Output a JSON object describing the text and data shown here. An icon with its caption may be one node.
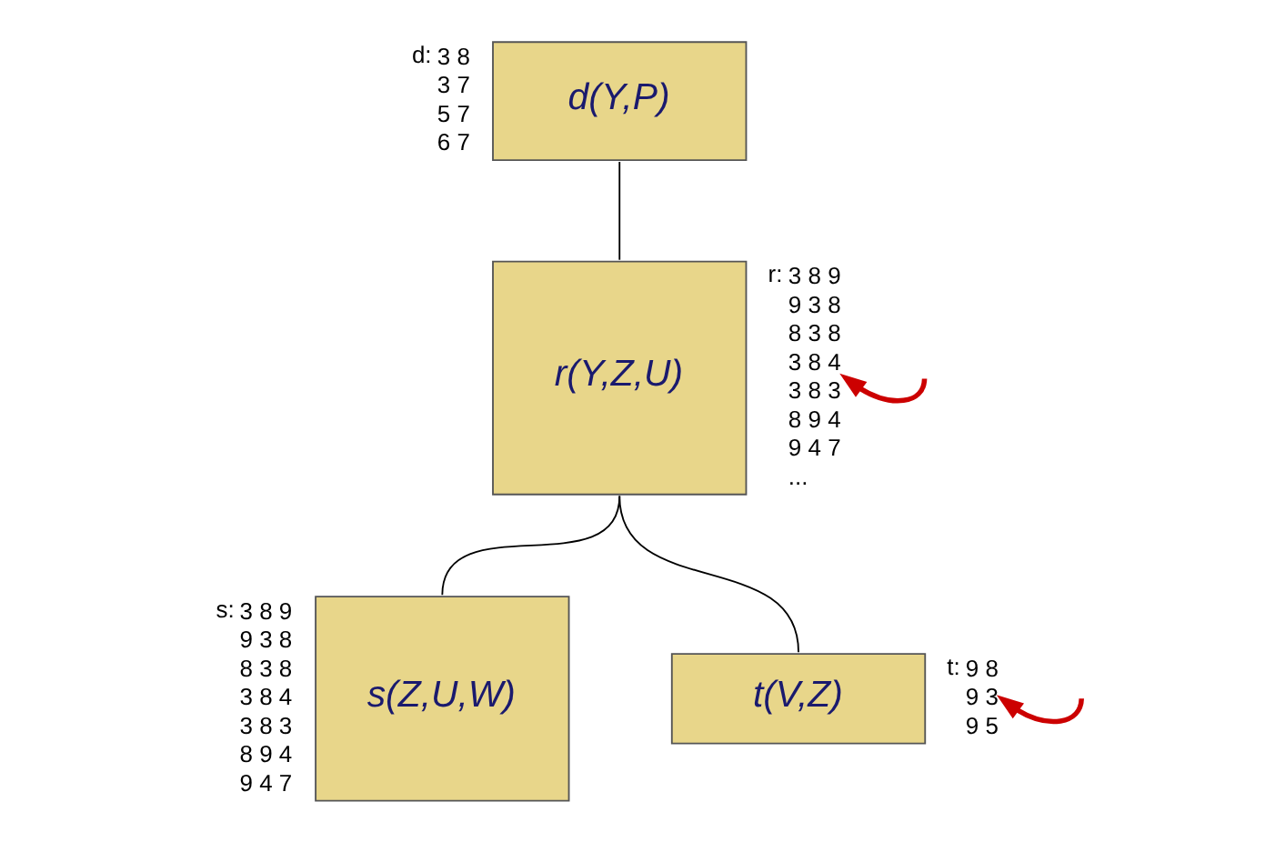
{
  "diagram": {
    "nodes": [
      {
        "text": [
          "d(Y,P)"
        ],
        "beside": [
          "d:",
          "3 8",
          "3 7",
          "5 7",
          "6 7"
        ]
      },
      {
        "text": [
          "r(Y,Z,U)"
        ],
        "beside": [
          "r:",
          "3 8 9",
          "9 3 8",
          "8 3 8",
          "3 8 4",
          "3 8 3",
          "8 9 4",
          "9 4 7",
          "..."
        ]
      },
      {
        "text": [
          "s(Z,U,W)"
        ],
        "beside": [
          "s:",
          "3 8 9",
          "9 3 8",
          "8 3 8",
          "3 8 4",
          "3 8 3",
          "8 9 4",
          "9 4 7"
        ]
      },
      {
        "text": [
          "t(V,Z)"
        ],
        "beside": [
          "t:",
          "9 8",
          "9 3",
          "9 5"
        ]
      }
    ],
    "edges": [
      {
        "from": 0,
        "to": 1,
        "arrow": "none"
      },
      {
        "from": 1,
        "to": 2,
        "arrow": "none"
      },
      {
        "from": 1,
        "to": 3,
        "arrow": "none"
      },
      {
        "from": null,
        "to": 1,
        "arrow": "to",
        "style": "thick",
        "color": "#cc0000"
      },
      {
        "from": null,
        "to": 3,
        "arrow": "to",
        "style": "thick",
        "color": "#cc0000"
      }
    ]
  }
}
